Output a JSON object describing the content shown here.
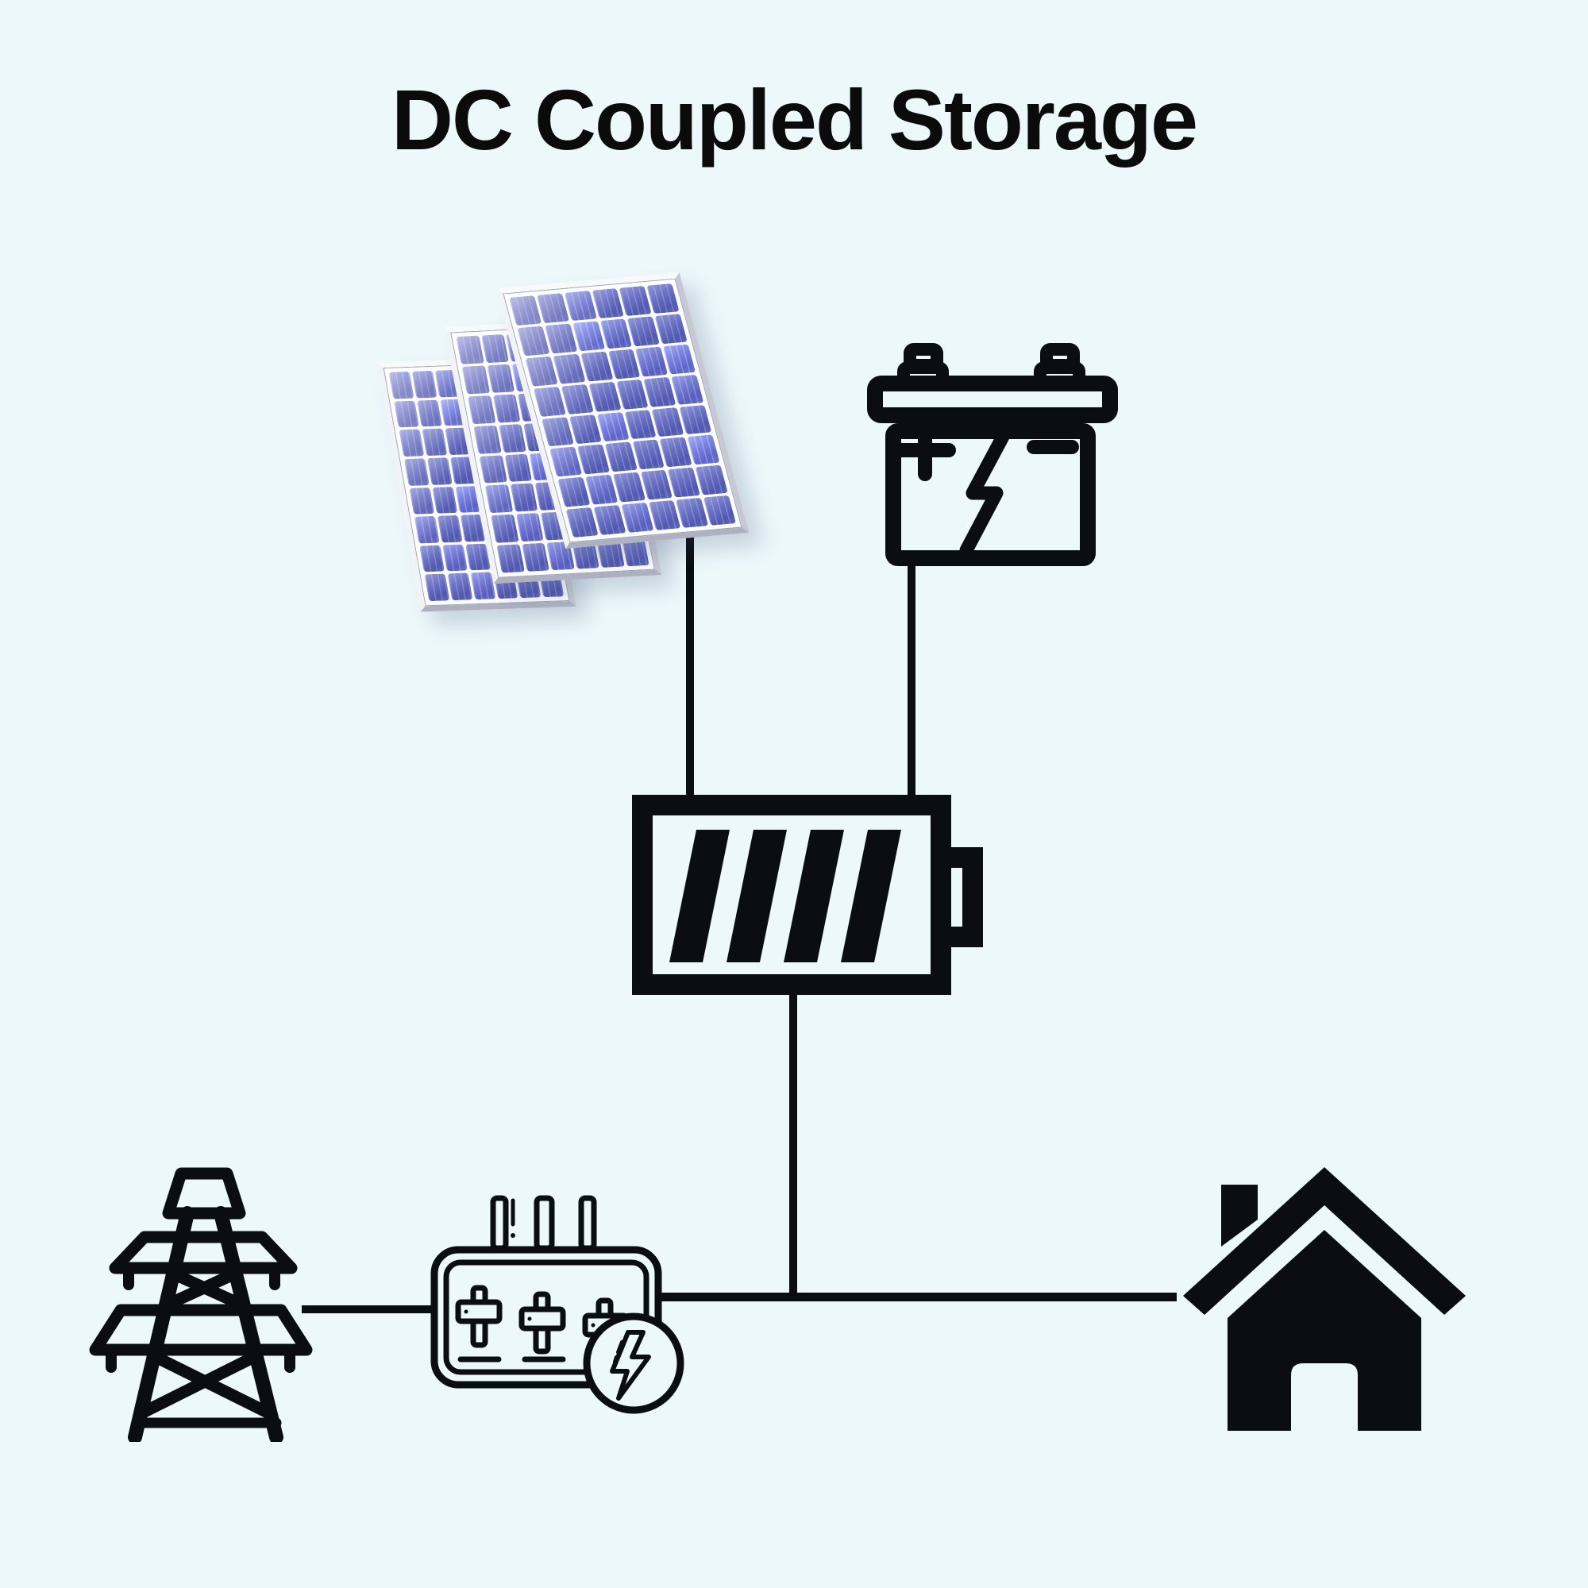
{
  "title": "DC Coupled Storage",
  "colors": {
    "background": "#edf8fb",
    "ink": "#0a0e12",
    "panel_cell_blue": "#5f66bb",
    "panel_cell_highlight": "#9299d8",
    "panel_frame_silver": "#e9ebf0"
  },
  "icons": [
    "solar-panel-array-icon",
    "car-battery-icon",
    "storage-battery-icon",
    "transmission-tower-icon",
    "inverter-icon",
    "house-icon"
  ],
  "diagram": {
    "nodes": [
      {
        "id": "solar-array",
        "icon": "solar-panel-array-icon",
        "position": "top-left"
      },
      {
        "id": "dc-battery",
        "icon": "car-battery-icon",
        "position": "top-right"
      },
      {
        "id": "storage-battery",
        "icon": "storage-battery-icon",
        "position": "center"
      },
      {
        "id": "utility-grid",
        "icon": "transmission-tower-icon",
        "position": "bottom-left"
      },
      {
        "id": "inverter",
        "icon": "inverter-icon",
        "position": "bottom-center-left"
      },
      {
        "id": "home",
        "icon": "house-icon",
        "position": "bottom-right"
      }
    ],
    "edges": [
      {
        "from": "solar-array",
        "to": "storage-battery"
      },
      {
        "from": "dc-battery",
        "to": "storage-battery"
      },
      {
        "from": "storage-battery",
        "to": "main-bus"
      },
      {
        "from": "utility-grid",
        "to": "inverter"
      },
      {
        "from": "inverter",
        "to": "main-bus"
      },
      {
        "from": "main-bus",
        "to": "home"
      }
    ]
  }
}
